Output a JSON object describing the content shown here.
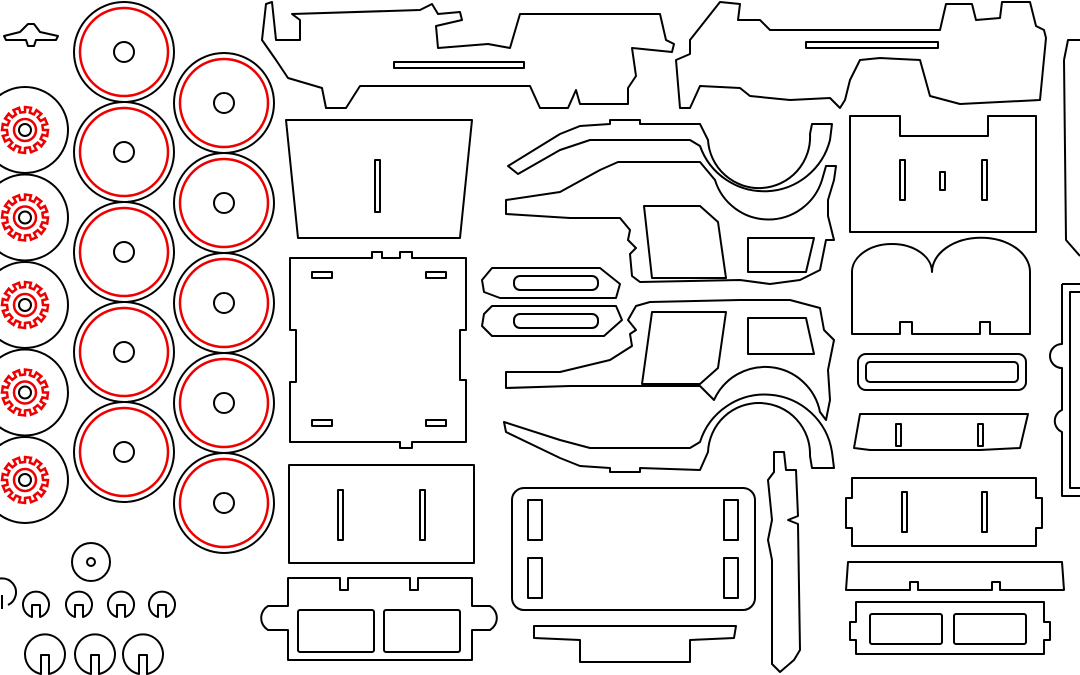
{
  "colors": {
    "cut": "#000000",
    "engrave": "#ee0000",
    "background": "#ffffff"
  },
  "wheels": {
    "gear_wheels": 5,
    "plain_wheels_col1": 5,
    "plain_wheels_col2": 5
  }
}
